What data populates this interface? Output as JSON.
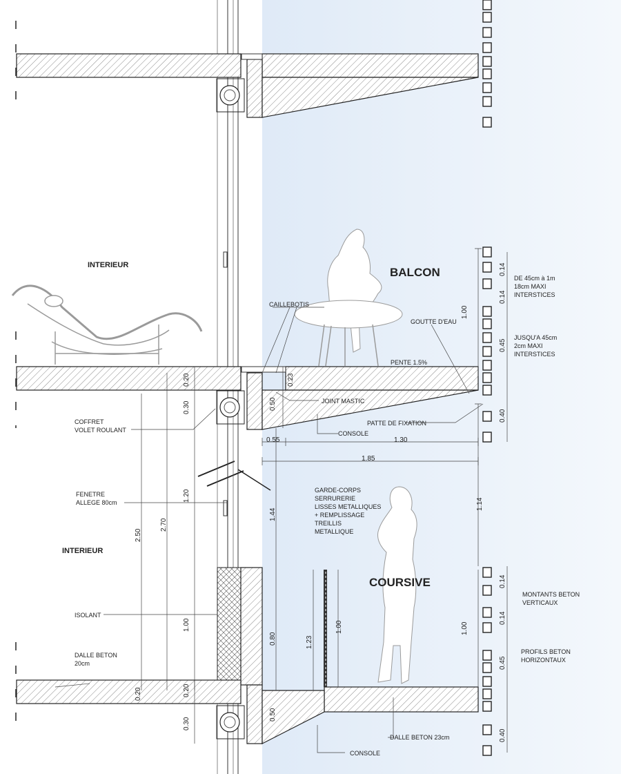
{
  "colors": {
    "outside_tint": "#e9f1fa",
    "hatch": "#8a8a8a",
    "line": "#222222"
  },
  "spaces": {
    "balcon": "BALCON",
    "coursive": "COURSIVE",
    "interieur_top": "INTERIEUR",
    "interieur_bottom": "INTERIEUR"
  },
  "labels": {
    "caillebotis": "CAILLEBOTIS",
    "goutte_deau": "GOUTTE D'EAU",
    "pente": "PENTE 1.5%",
    "joint_mastic": "JOINT MASTIC",
    "patte_fixation": "PATTE DE FIXATION",
    "console_top": "CONSOLE",
    "console_bottom": "CONSOLE",
    "coffret_1": "COFFRET",
    "coffret_2": "VOLET ROULANT",
    "fenetre_1": "FENETRE",
    "fenetre_2": "ALLEGE 80cm",
    "isolant": "ISOLANT",
    "dalle_beton_1": "DALLE BETON",
    "dalle_beton_2": "20cm",
    "dalle_beton_23": "DALLE BETON 23cm",
    "garde_corps": [
      "GARDE-CORPS",
      "SERRURERIE",
      "LISSES METALLIQUES",
      "+ REMPLISSAGE",
      "TREILLIS",
      "METALLIQUE"
    ],
    "de45": [
      "DE 45cm à 1m",
      "18cm MAXI",
      "INTERSTICES"
    ],
    "jusqua45": [
      "JUSQU'A 45cm",
      "2cm MAXI",
      "INTERSTICES"
    ],
    "montants": [
      "MONTANTS BETON",
      "VERTICAUX"
    ],
    "profils": [
      "PROFILS BETON",
      "HORIZONTAUX"
    ]
  },
  "dimensions": {
    "d_055": "0.55",
    "d_130": "1.30",
    "d_185": "1.85",
    "d_100_balcon": "1.00",
    "d_114": "1.14",
    "d_014_a": "0.14",
    "d_014_b": "0.14",
    "d_045_a": "0.45",
    "d_040_a": "0.40",
    "d_014_c": "0.14",
    "d_014_d": "0.14",
    "d_045_b": "0.45",
    "d_040_b": "0.40",
    "d_100_coursive": "1.00",
    "d_023": "0.23",
    "d_050_a": "0.50",
    "d_144": "1.44",
    "d_080": "0.80",
    "d_050_b": "0.50",
    "d_123": "1.23",
    "d_100_gc": "1.00",
    "d_020_a": "0.20",
    "d_030_a": "0.30",
    "d_120": "1.20",
    "d_100_isol": "1.00",
    "d_020_b": "0.20",
    "d_030_b": "0.30",
    "d_250": "2.50",
    "d_270": "2.70",
    "d_020_c": "0.20"
  }
}
